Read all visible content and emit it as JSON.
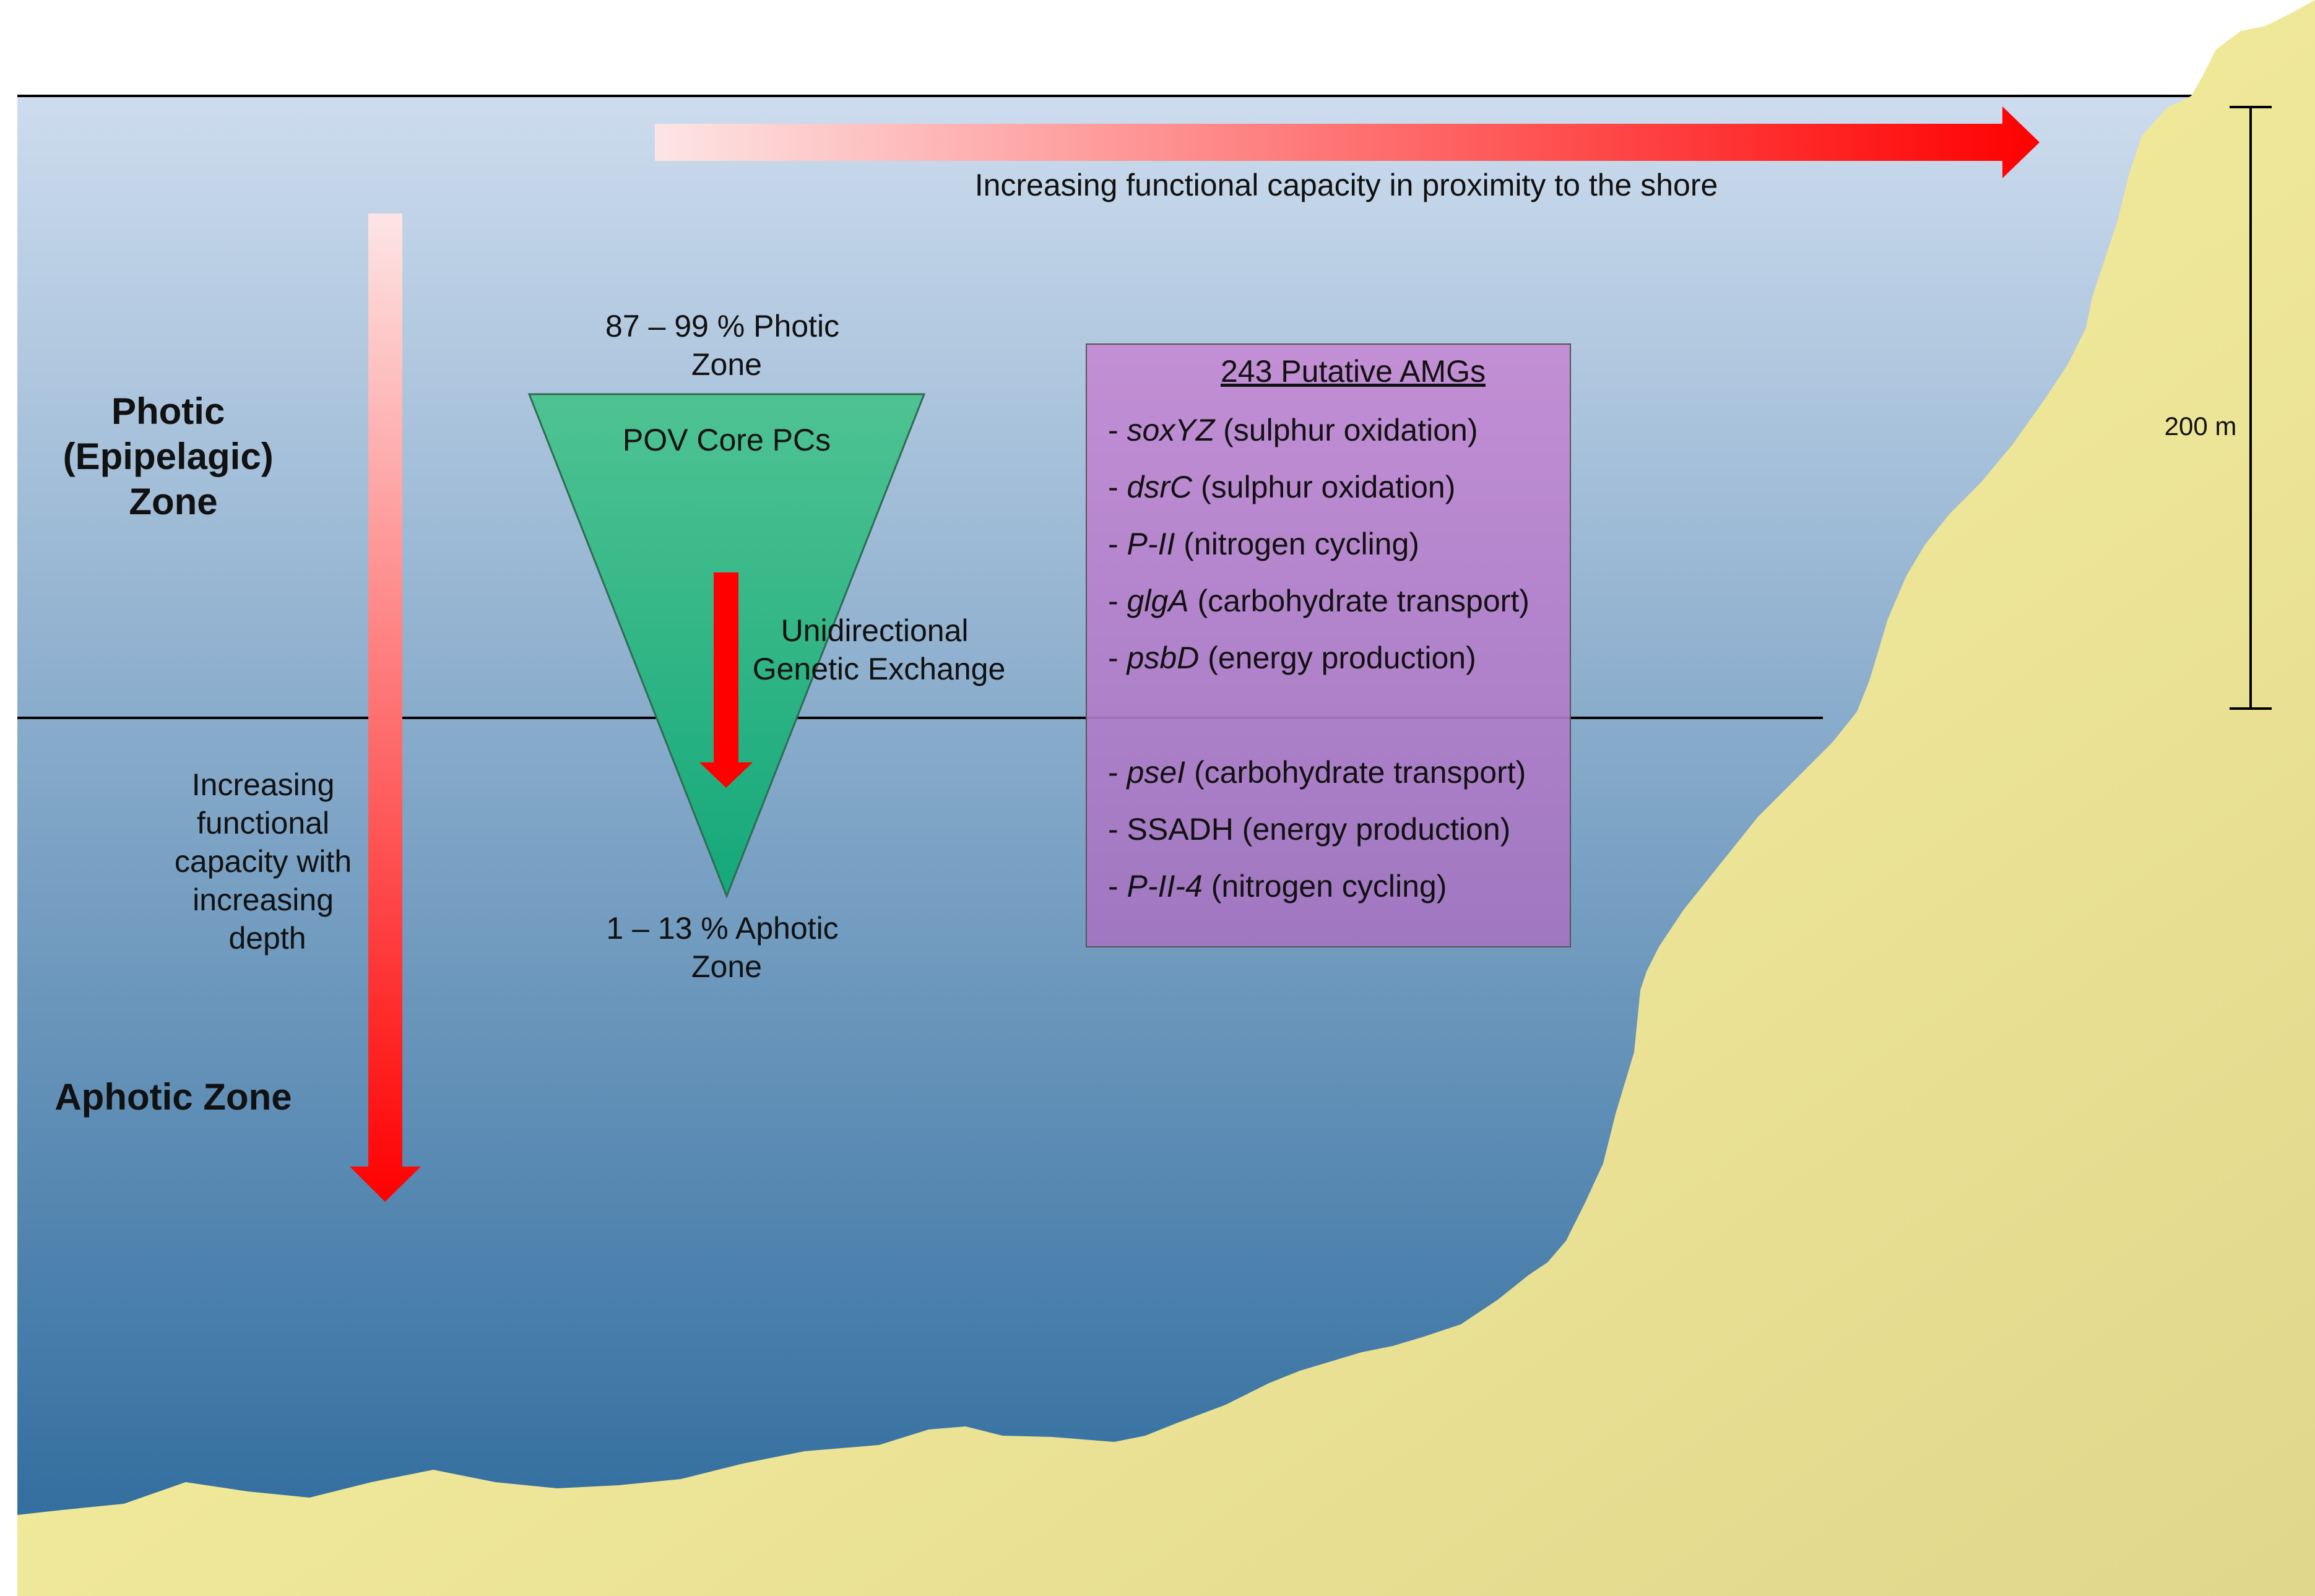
{
  "shore_arrow": {
    "caption": "Increasing functional capacity in proximity to the shore"
  },
  "depth_arrow": {
    "caption": [
      "Increasing",
      "functional",
      "capacity with",
      "increasing",
      "depth"
    ]
  },
  "zones": {
    "photic": [
      "Photic",
      "(Epipelagic)",
      "Zone"
    ],
    "aphotic": "Aphotic Zone"
  },
  "triangle": {
    "top_label": [
      "87 – 99 % Photic",
      "Zone"
    ],
    "inner_label": "POV Core PCs",
    "bottom_label": [
      "1 – 13 % Aphotic",
      "Zone"
    ],
    "exchange_label": [
      "Unidirectional",
      "Genetic Exchange"
    ]
  },
  "amg_box": {
    "title": "243 Putative AMGs",
    "photic_items": [
      {
        "gene": "soxYZ",
        "function": "(sulphur oxidation)",
        "italic": true
      },
      {
        "gene": "dsrC",
        "function": "(sulphur oxidation)",
        "italic": true
      },
      {
        "gene": "P-II",
        "function": "(nitrogen cycling)",
        "italic": true
      },
      {
        "gene": "glgA",
        "function": "(carbohydrate transport)",
        "italic": true
      },
      {
        "gene": "psbD",
        "function": "(energy production)",
        "italic": true
      }
    ],
    "aphotic_items": [
      {
        "gene": "pseI",
        "function": "(carbohydrate transport)",
        "italic": true
      },
      {
        "gene": "SSADH",
        "function": "(energy production)",
        "italic": false
      },
      {
        "gene": "P-II-4",
        "function": "(nitrogen cycling)",
        "italic": true
      }
    ]
  },
  "scale_bar": {
    "label": "200 m"
  },
  "colors": {
    "water_top": "#cddcee",
    "water_bottom": "#2c6a9c",
    "sand_light": "#f6ef9e",
    "sand_dark": "#e0d68c",
    "arrow_red": "#ff0000",
    "arrow_pale": "#fde5e5",
    "triangle_top": "#4fc392",
    "triangle_bottom": "#14a87a",
    "amg_top": "#c48ad4",
    "amg_bottom": "#a374c0"
  }
}
